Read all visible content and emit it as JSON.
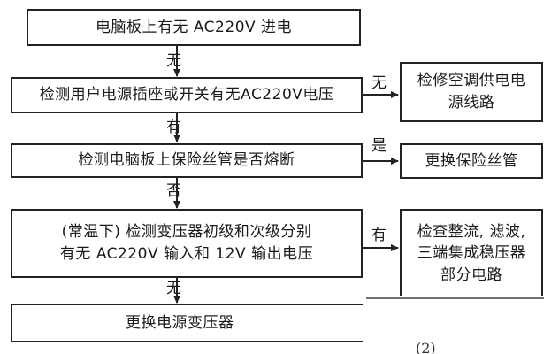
{
  "flowchart": {
    "steps": [
      {
        "text": "电脑板上有无 AC220V 进电"
      },
      {
        "text": "检测用户电源插座或开关有无AC220V电压"
      },
      {
        "text": "检测电脑板上保险丝管是否熔断"
      },
      {
        "text": "(常温下) 检测变压器初级和次级分别\n有无 AC220V 输入和 12V 输出电压"
      },
      {
        "text": "更换电源变压器"
      }
    ],
    "actions": [
      {
        "text": "检修空调供电电\n源线路"
      },
      {
        "text": "更换保险丝管"
      },
      {
        "text": "检查整流, 滤波,\n三端集成稳压器\n部分电路"
      }
    ],
    "down_labels": [
      "无",
      "有",
      "否",
      "无"
    ],
    "right_labels": [
      "无",
      "是",
      "有"
    ],
    "corner_mark": "(2)"
  }
}
